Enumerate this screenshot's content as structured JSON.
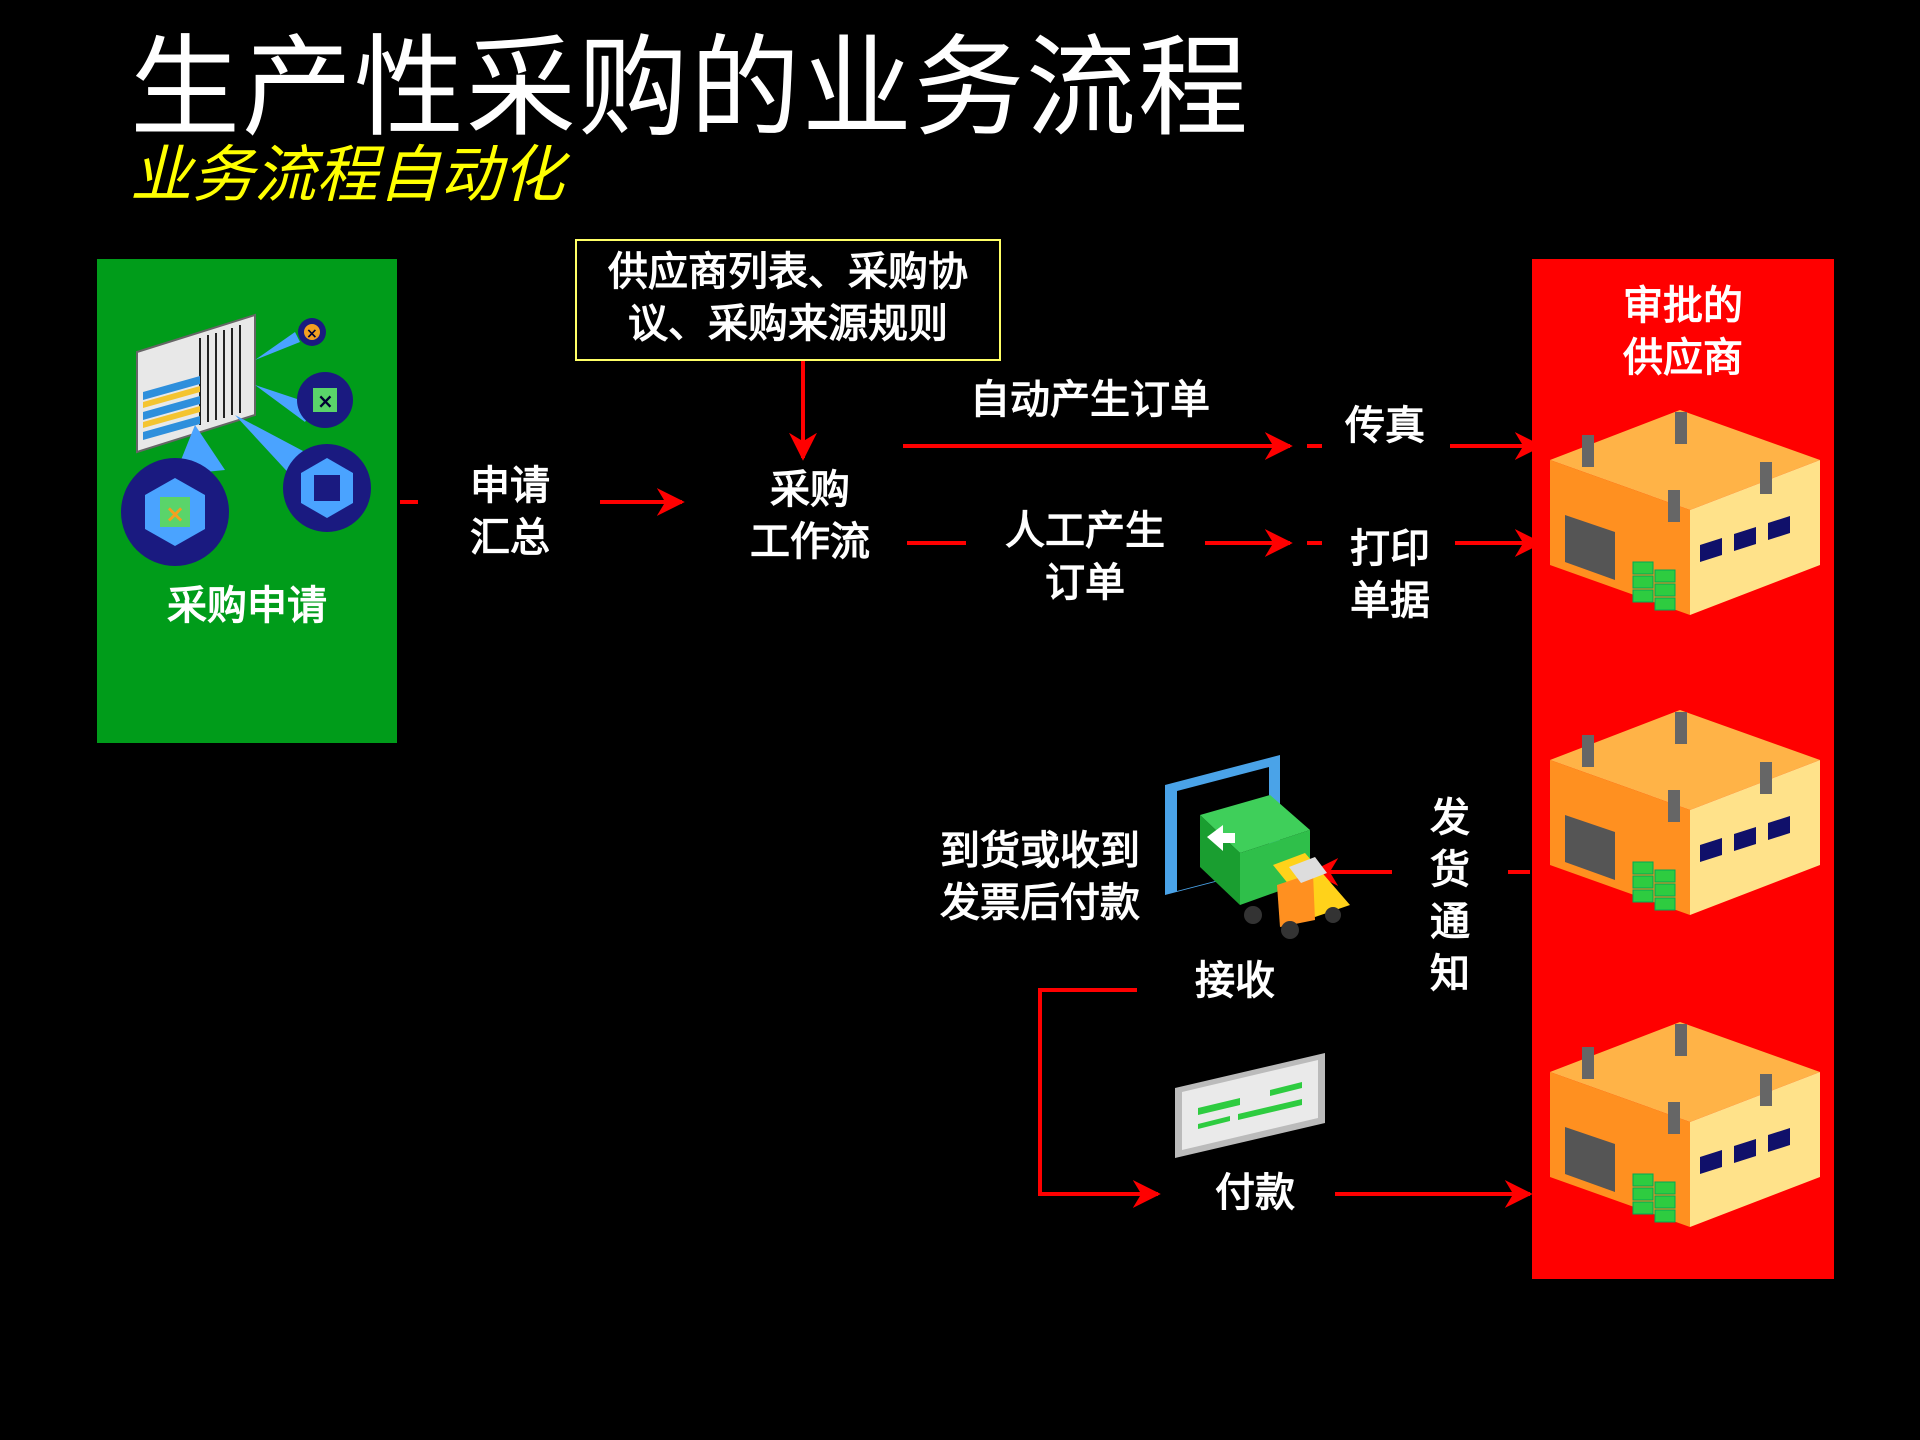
{
  "title": "生产性采购的业务流程",
  "subtitle": "业务流程自动化",
  "colors": {
    "background": "#000000",
    "requisition_panel": "#009c1a",
    "supplier_panel": "#ff0000",
    "arrow": "#ff0000",
    "title": "#ffffff",
    "subtitle": "#ffff00",
    "box_border": "#ffff66"
  },
  "nodes": {
    "requisition": "采购申请",
    "consolidate": "申请\n汇总",
    "sources": "供应商列表、采购协\n议、采购来源规则",
    "workflow": "采购\n工作流",
    "auto_order": "自动产生订单",
    "manual_order": "人工产生\n订单",
    "fax": "传真",
    "print": "打印\n单据",
    "approved_supplier": "审批的\n供应商",
    "ship_notice": "发\n货\n通\n知",
    "receive": "接收",
    "pay_rule": "到货或收到\n发票后付款",
    "payment": "付款"
  },
  "icons": {
    "requisition": "document-gears-icon",
    "supplier": "factory-icon",
    "receiving": "delivery-truck-icon",
    "payment": "check-document-icon"
  }
}
